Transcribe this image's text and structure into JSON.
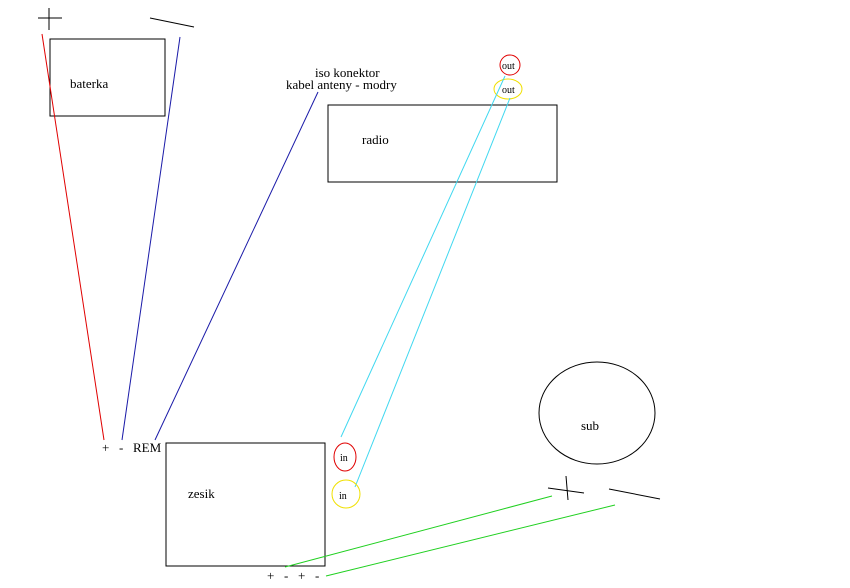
{
  "labels": {
    "battery": "baterka",
    "radio": "radio",
    "amp": "zesik",
    "sub": "sub",
    "iso_connector": "iso konektor",
    "antenna_cable": "kabel anteny - modry",
    "out_red": "out",
    "out_yellow": "out",
    "in_red": "in",
    "in_yellow": "in",
    "amp_power_plus": "+",
    "amp_power_minus": "-",
    "amp_rem": "REM",
    "speaker_plus_1": "+",
    "speaker_minus_1": "-",
    "speaker_plus_2": "+",
    "speaker_minus_2": "-"
  },
  "colors": {
    "power_positive": "#e00000",
    "power_negative": "#1a1aa8",
    "rem_wire": "#1a1aa8",
    "rca_cable": "#40d8f0",
    "speaker_cable": "#20d020",
    "iso_label": "#c0008c",
    "out_red_ring": "#e00000",
    "out_yellow_ring": "#f0e000"
  }
}
